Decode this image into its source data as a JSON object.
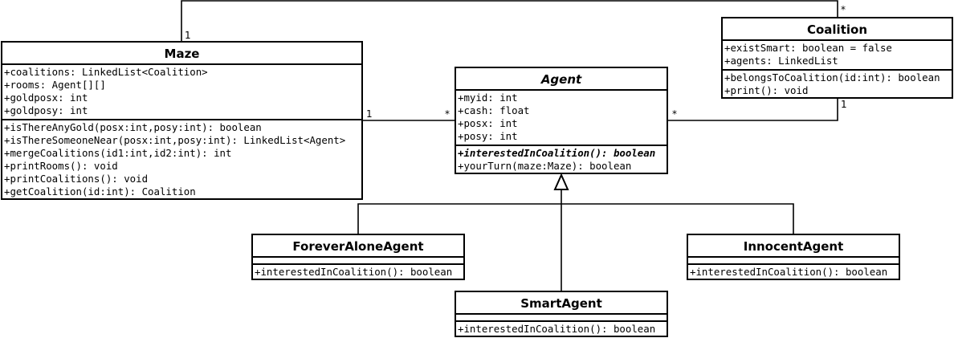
{
  "classes": {
    "maze": {
      "name": "Maze",
      "attributes": [
        "+coalitions: LinkedList<Coalition>",
        "+rooms: Agent[][]",
        "+goldposx: int",
        "+goldposy: int"
      ],
      "operations": [
        "+isThereAnyGold(posx:int,posy:int): boolean",
        "+isThereSomeoneNear(posx:int,posy:int): LinkedList<Agent>",
        "+mergeCoalitions(id1:int,id2:int): int",
        "+printRooms(): void",
        "+printCoalitions(): void",
        "+getCoalition(id:int): Coalition"
      ]
    },
    "agent": {
      "name": "Agent",
      "attributes": [
        "+myid: int",
        "+cash: float",
        "+posx: int",
        "+posy: int"
      ],
      "operations": [
        "+interestedInCoalition(): boolean",
        "+yourTurn(maze:Maze): boolean"
      ]
    },
    "coalition": {
      "name": "Coalition",
      "attributes": [
        "+existSmart: boolean = false",
        "+agents: LinkedList"
      ],
      "operations": [
        "+belongsToCoalition(id:int): boolean",
        "+print(): void"
      ]
    },
    "forever_alone_agent": {
      "name": "ForeverAloneAgent",
      "operations": [
        "+interestedInCoalition(): boolean"
      ]
    },
    "innocent_agent": {
      "name": "InnocentAgent",
      "operations": [
        "+interestedInCoalition(): boolean"
      ]
    },
    "smart_agent": {
      "name": "SmartAgent",
      "operations": [
        "+interestedInCoalition(): boolean"
      ]
    }
  },
  "associations": {
    "maze_coalition": {
      "maze_end": "1",
      "coalition_end": "*"
    },
    "maze_agent": {
      "maze_end": "1",
      "agent_end": "*"
    },
    "agent_coalition": {
      "agent_end": "*",
      "coalition_end": "1"
    }
  }
}
